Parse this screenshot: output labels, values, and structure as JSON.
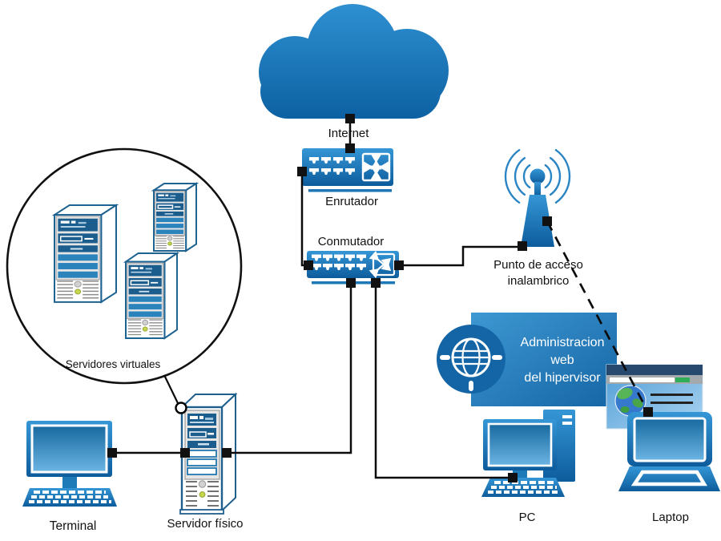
{
  "diagram": {
    "labels": {
      "internet": "Internet",
      "router": "Enrutador",
      "switch": "Conmutador",
      "access_point_line1": "Punto de acceso",
      "access_point_line2": "inalambrico",
      "virtual_servers": "Servidores virtuales",
      "terminal": "Terminal",
      "physical_server": "Servidor físico",
      "pc": "PC",
      "laptop": "Laptop"
    },
    "hypervisor_admin": {
      "line1": "Administracion",
      "line2": "web",
      "line3": "del hipervisor"
    },
    "colors": {
      "device_blue_top": "#3596d6",
      "device_blue_bottom": "#0d5c9c",
      "outline_blue": "#1d6290",
      "panel_dark_blue": "#1b5e8e",
      "connector_black": "#111111",
      "browser_titlebar": "#27496d",
      "browser_green_button": "#2fae57",
      "led_green": "#c6d64f",
      "wave_blue": "#2a85c4"
    },
    "edges": [
      {
        "from": "internet",
        "to": "router",
        "style": "solid"
      },
      {
        "from": "router",
        "to": "switch",
        "style": "solid"
      },
      {
        "from": "switch",
        "to": "access_point",
        "style": "solid"
      },
      {
        "from": "switch",
        "to": "physical_server",
        "style": "solid"
      },
      {
        "from": "switch",
        "to": "pc",
        "style": "solid"
      },
      {
        "from": "terminal",
        "to": "physical_server",
        "style": "solid"
      },
      {
        "from": "access_point",
        "to": "laptop",
        "style": "dashed"
      },
      {
        "from": "virtual_servers",
        "to": "physical_server",
        "style": "callout"
      }
    ]
  }
}
